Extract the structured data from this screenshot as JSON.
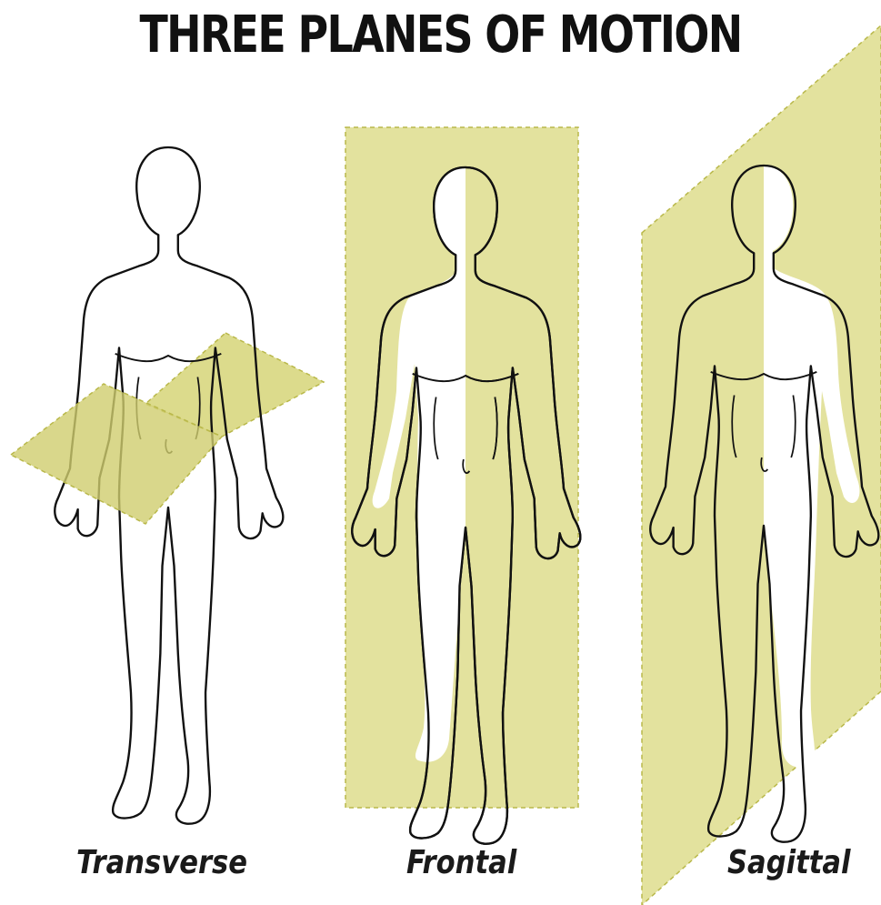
{
  "title": "THREE PLANES OF MOTION",
  "colors": {
    "plane_fill": "#e3e29e",
    "plane_fill_dark": "#d3d277",
    "plane_edge": "#b9b84a",
    "outline": "#111111",
    "background": "#ffffff"
  },
  "planes": [
    {
      "id": "transverse",
      "label": "Transverse"
    },
    {
      "id": "frontal",
      "label": "Frontal"
    },
    {
      "id": "sagittal",
      "label": "Sagittal"
    }
  ]
}
